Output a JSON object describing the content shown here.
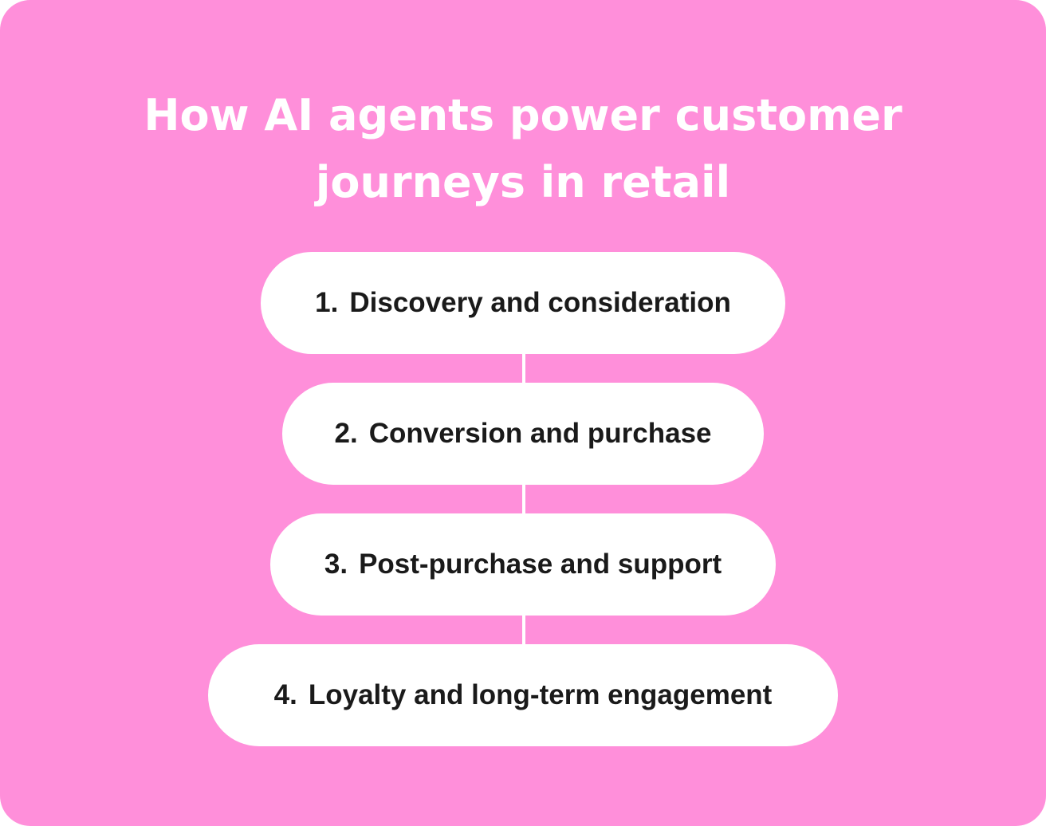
{
  "title": {
    "line1": "How AI agents power customer",
    "line2": "journeys in retail"
  },
  "steps": [
    {
      "num": "1.",
      "label": "Discovery and consideration"
    },
    {
      "num": "2.",
      "label": "Conversion and purchase"
    },
    {
      "num": "3.",
      "label": "Post-purchase and support"
    },
    {
      "num": "4.",
      "label": "Loyalty and long-term engagement"
    }
  ],
  "colors": {
    "background": "#FF8FDA",
    "pill": "#FFFFFF",
    "text": "#1A1A1A"
  }
}
